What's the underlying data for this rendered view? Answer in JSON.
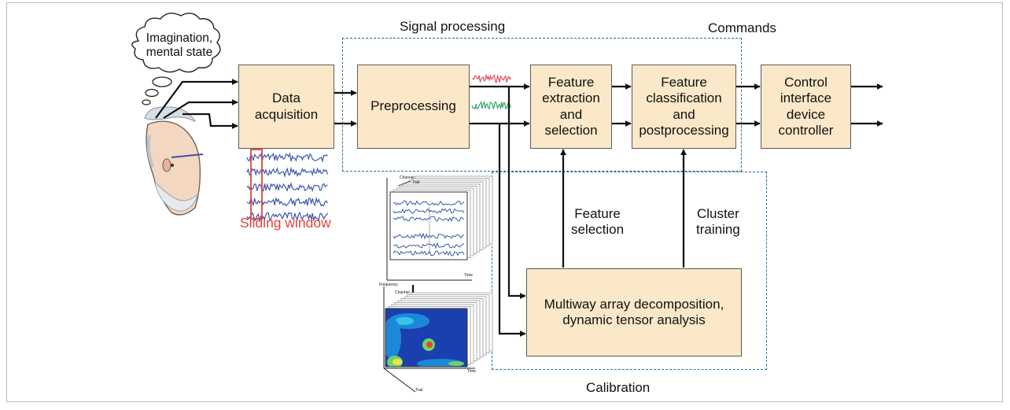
{
  "colors": {
    "box_fill": "#fae8c8",
    "box_border": "#5a5a5a",
    "dashed_region": "#2c6e99",
    "arrow": "#111111",
    "sliding_window": "#e0443a",
    "eeg_trace": "#3a59a8"
  },
  "thought_bubble": {
    "text": "Imagination,\nmental state"
  },
  "regions": {
    "signal_processing": "Signal processing",
    "commands": "Commands",
    "calibration": "Calibration"
  },
  "blocks": {
    "data_acquisition": "Data\nacquisition",
    "preprocessing": "Preprocessing",
    "feature_extraction": "Feature\nextraction\nand\nselection",
    "feature_classification": "Feature\nclassification\nand\npostprocessing",
    "control_interface": "Control\ninterface\ndevice\ncontroller",
    "multiway": "Multiway array decomposition,\ndynamic tensor analysis"
  },
  "edge_labels": {
    "feature_selection": "Feature\nselection",
    "cluster_training": "Cluster\ntraining"
  },
  "sliding_window_label": "Sliding window",
  "tensor_axes": {
    "top": {
      "channel": "Channel",
      "trial": "Trial",
      "time": "Time"
    },
    "bottom": {
      "frequency": "Frequency",
      "channel": "Channel",
      "time": "Time",
      "trial": "Trial"
    }
  },
  "icons": [
    "head-icon",
    "thought-bubble-icon",
    "eeg-traces-icon",
    "tensor-cube-icon",
    "spectrogram-tensor-icon"
  ]
}
